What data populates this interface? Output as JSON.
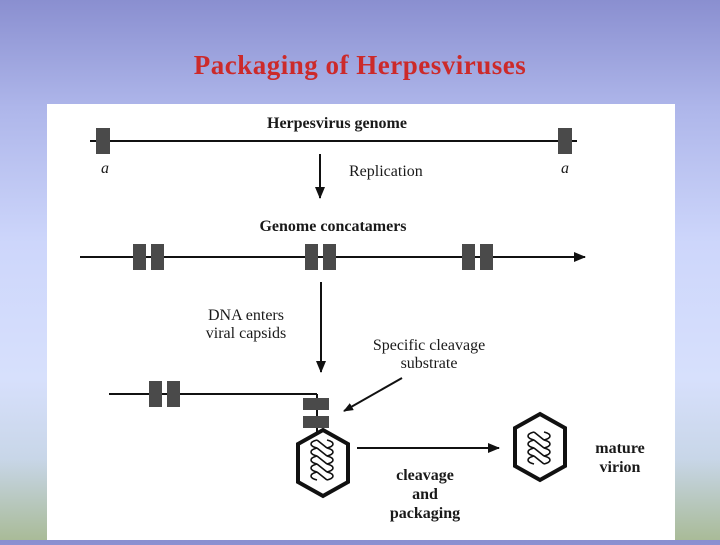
{
  "slide": {
    "title": "Packaging of Herpesviruses"
  },
  "diagram": {
    "genome_label": "Herpesvirus genome",
    "terminal_left": "a",
    "terminal_right": "a",
    "replication_label": "Replication",
    "concatamers_label": "Genome concatamers",
    "dna_enters_line1": "DNA enters",
    "dna_enters_line2": "viral capsids",
    "cleavage_substrate_line1": "Specific cleavage",
    "cleavage_substrate_line2": "substrate",
    "cleavage_line1": "cleavage",
    "cleavage_line2": "and",
    "cleavage_line3": "packaging",
    "mature_line1": "mature",
    "mature_line2": "virion"
  },
  "colors": {
    "title": "#cc2a2a",
    "block": "#4a4a4a",
    "line": "#111111"
  }
}
